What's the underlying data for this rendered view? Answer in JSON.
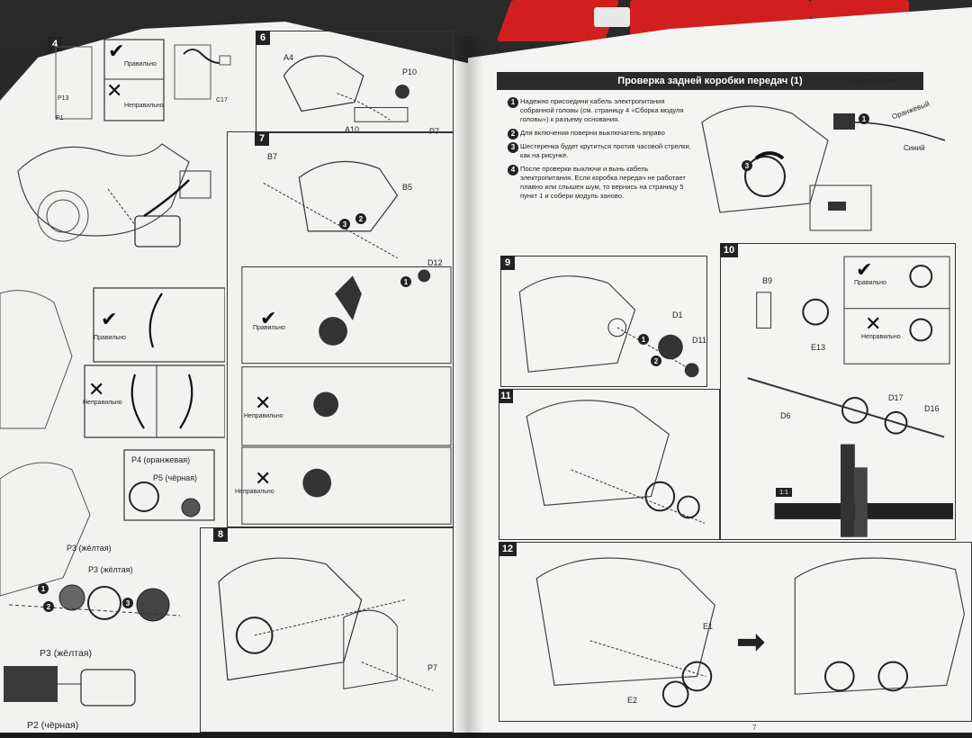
{
  "scene": {
    "background_color": "#1b1b1b",
    "sprue_red": "#d21e1e",
    "sprue_white": "#e8e8e8",
    "paper_color": "#f2f2f0"
  },
  "left_page": {
    "step4": {
      "label": "4",
      "correct": "Правильно",
      "wrong": "Неправильно",
      "part_p13": "P13",
      "part_p1": "P1",
      "part_c17": "C17"
    },
    "step5_compare": {
      "correct": "Правильно",
      "wrong": "Неправильно"
    },
    "step_gears": {
      "p4": "P4 (оранжевая)",
      "p5": "P5 (чёрная)",
      "p3a": "P3 (жёлтая)",
      "p3b": "P3 (жёлтая)",
      "n1": "1",
      "n2": "2",
      "n3": "3"
    },
    "bottom": {
      "p3": "P3 (жёлтая)",
      "p2": "P2 (чёрная)"
    },
    "step6": {
      "label": "6",
      "a4": "A4",
      "p10": "P10",
      "a10": "A10",
      "p7": "P7"
    },
    "step7": {
      "label": "7",
      "b7": "B7",
      "b5": "B5",
      "d12": "D12",
      "n1": "1",
      "n2": "2",
      "n3": "3",
      "correct": "Правильно",
      "wrong1": "Неправильно",
      "wrong2": "Неправильно"
    },
    "step8": {
      "label": "8",
      "p7": "P7"
    }
  },
  "right_page": {
    "title": "Проверка задней коробки передач (1)",
    "instructions": [
      {
        "n": "1",
        "text": "Надежно присоедини кабель электропитания собранной головы (см. страницу 4 «Сборка модуля головы») к разъему основания."
      },
      {
        "n": "2",
        "text": "Для включения поверни выключатель вправо"
      },
      {
        "n": "3",
        "text": "Шестеренка будет крутиться против часовой стрелки, как на рисунке."
      },
      {
        "n": "4",
        "text": "После проверки выключи и вынь кабель электропитания. Если коробка передач не работает плавно или слышен шум, то вернись на страницу 5 пункт 1 и собери модуль заново."
      }
    ],
    "head_module": "Модуль головы",
    "orange": "Оранжевый",
    "blue": "Синий",
    "step9": {
      "label": "9",
      "d1": "D1",
      "d11": "D11",
      "n1": "1",
      "n2": "2"
    },
    "step10": {
      "label": "10",
      "b9": "B9",
      "e13": "E13",
      "d6": "D6",
      "d17": "D17",
      "d16": "D16",
      "correct": "Правильно",
      "wrong": "Неправильно",
      "ratio": "1:1"
    },
    "step11": {
      "label": "11"
    },
    "step12": {
      "label": "12",
      "e1": "E1",
      "e2": "E2"
    },
    "page_number": "7"
  }
}
